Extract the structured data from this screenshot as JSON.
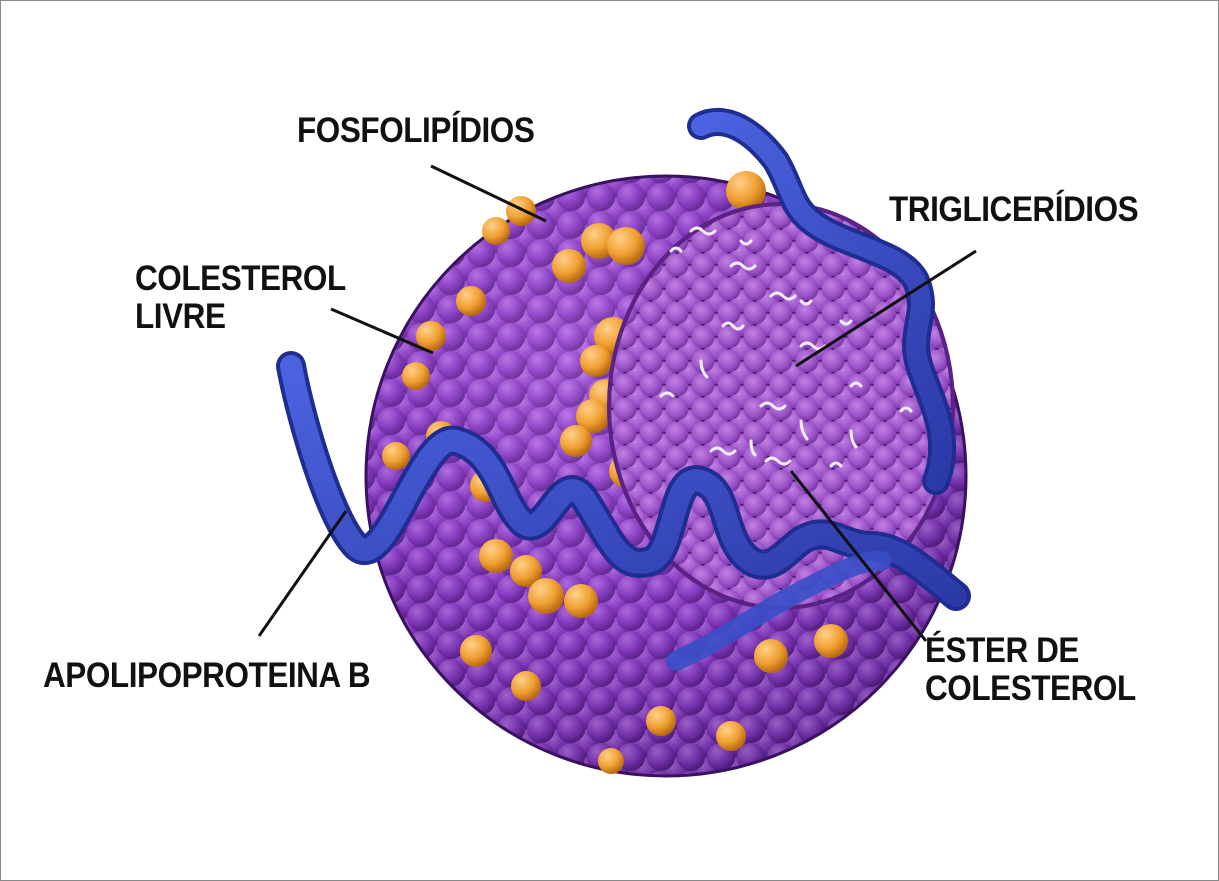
{
  "labels": {
    "fosfolipidios": "FOSFOLIPÍDIOS",
    "trigliceridios": "TRIGLICERÍDIOS",
    "colesterol_livre": [
      "COLESTEROL",
      "LIVRE"
    ],
    "apolipoproteina_b": "APOLIPOPROTEINA B",
    "ester_de_colesterol": [
      "ÉSTER DE",
      "COLESTEROL"
    ]
  },
  "colors": {
    "phospholipid_head": "#8b3fc6",
    "phospholipid_shadow": "#4f1d7a",
    "cholesterol": "#f0a032",
    "core": "#a75fc9",
    "apolipoprotein": "#3a4fc8",
    "leader_line": "#111111"
  }
}
